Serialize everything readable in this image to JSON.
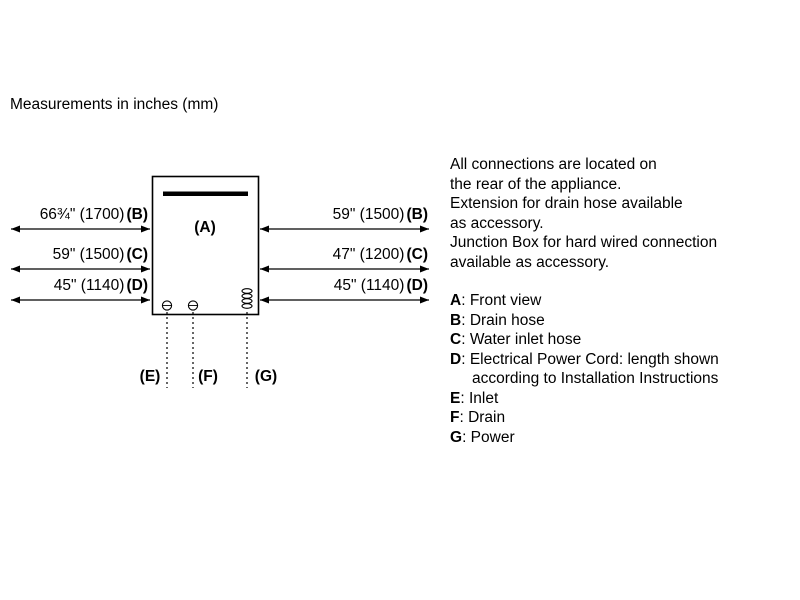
{
  "title": "Measurements in inches (mm)",
  "diagram": {
    "appliance_label": "(A)",
    "left_dimensions": [
      {
        "value": "66¾\" (1700)",
        "ref": "(B)"
      },
      {
        "value": "59\" (1500)",
        "ref": "(C)"
      },
      {
        "value": "45\" (1140)",
        "ref": "(D)"
      }
    ],
    "right_dimensions": [
      {
        "value": "59\" (1500)",
        "ref": "(B)"
      },
      {
        "value": "47\" (1200)",
        "ref": "(C)"
      },
      {
        "value": "45\" (1140)",
        "ref": "(D)"
      }
    ],
    "bottom_labels": [
      "(E)",
      "(F)",
      "(G)"
    ]
  },
  "note_lines": [
    "All connections are located on",
    "the rear of the appliance.",
    "Extension for drain hose available",
    "as accessory.",
    "Junction Box for hard wired connection",
    "available as accessory."
  ],
  "legend": [
    {
      "key": "A",
      "desc": ": Front view"
    },
    {
      "key": "B",
      "desc": ": Drain hose"
    },
    {
      "key": "C",
      "desc": ": Water inlet hose"
    },
    {
      "key": "D",
      "desc": ": Electrical Power Cord: length shown",
      "desc2": "according to Installation Instructions"
    },
    {
      "key": "E",
      "desc": ": Inlet"
    },
    {
      "key": "F",
      "desc": ": Drain"
    },
    {
      "key": "G",
      "desc": ": Power"
    }
  ]
}
